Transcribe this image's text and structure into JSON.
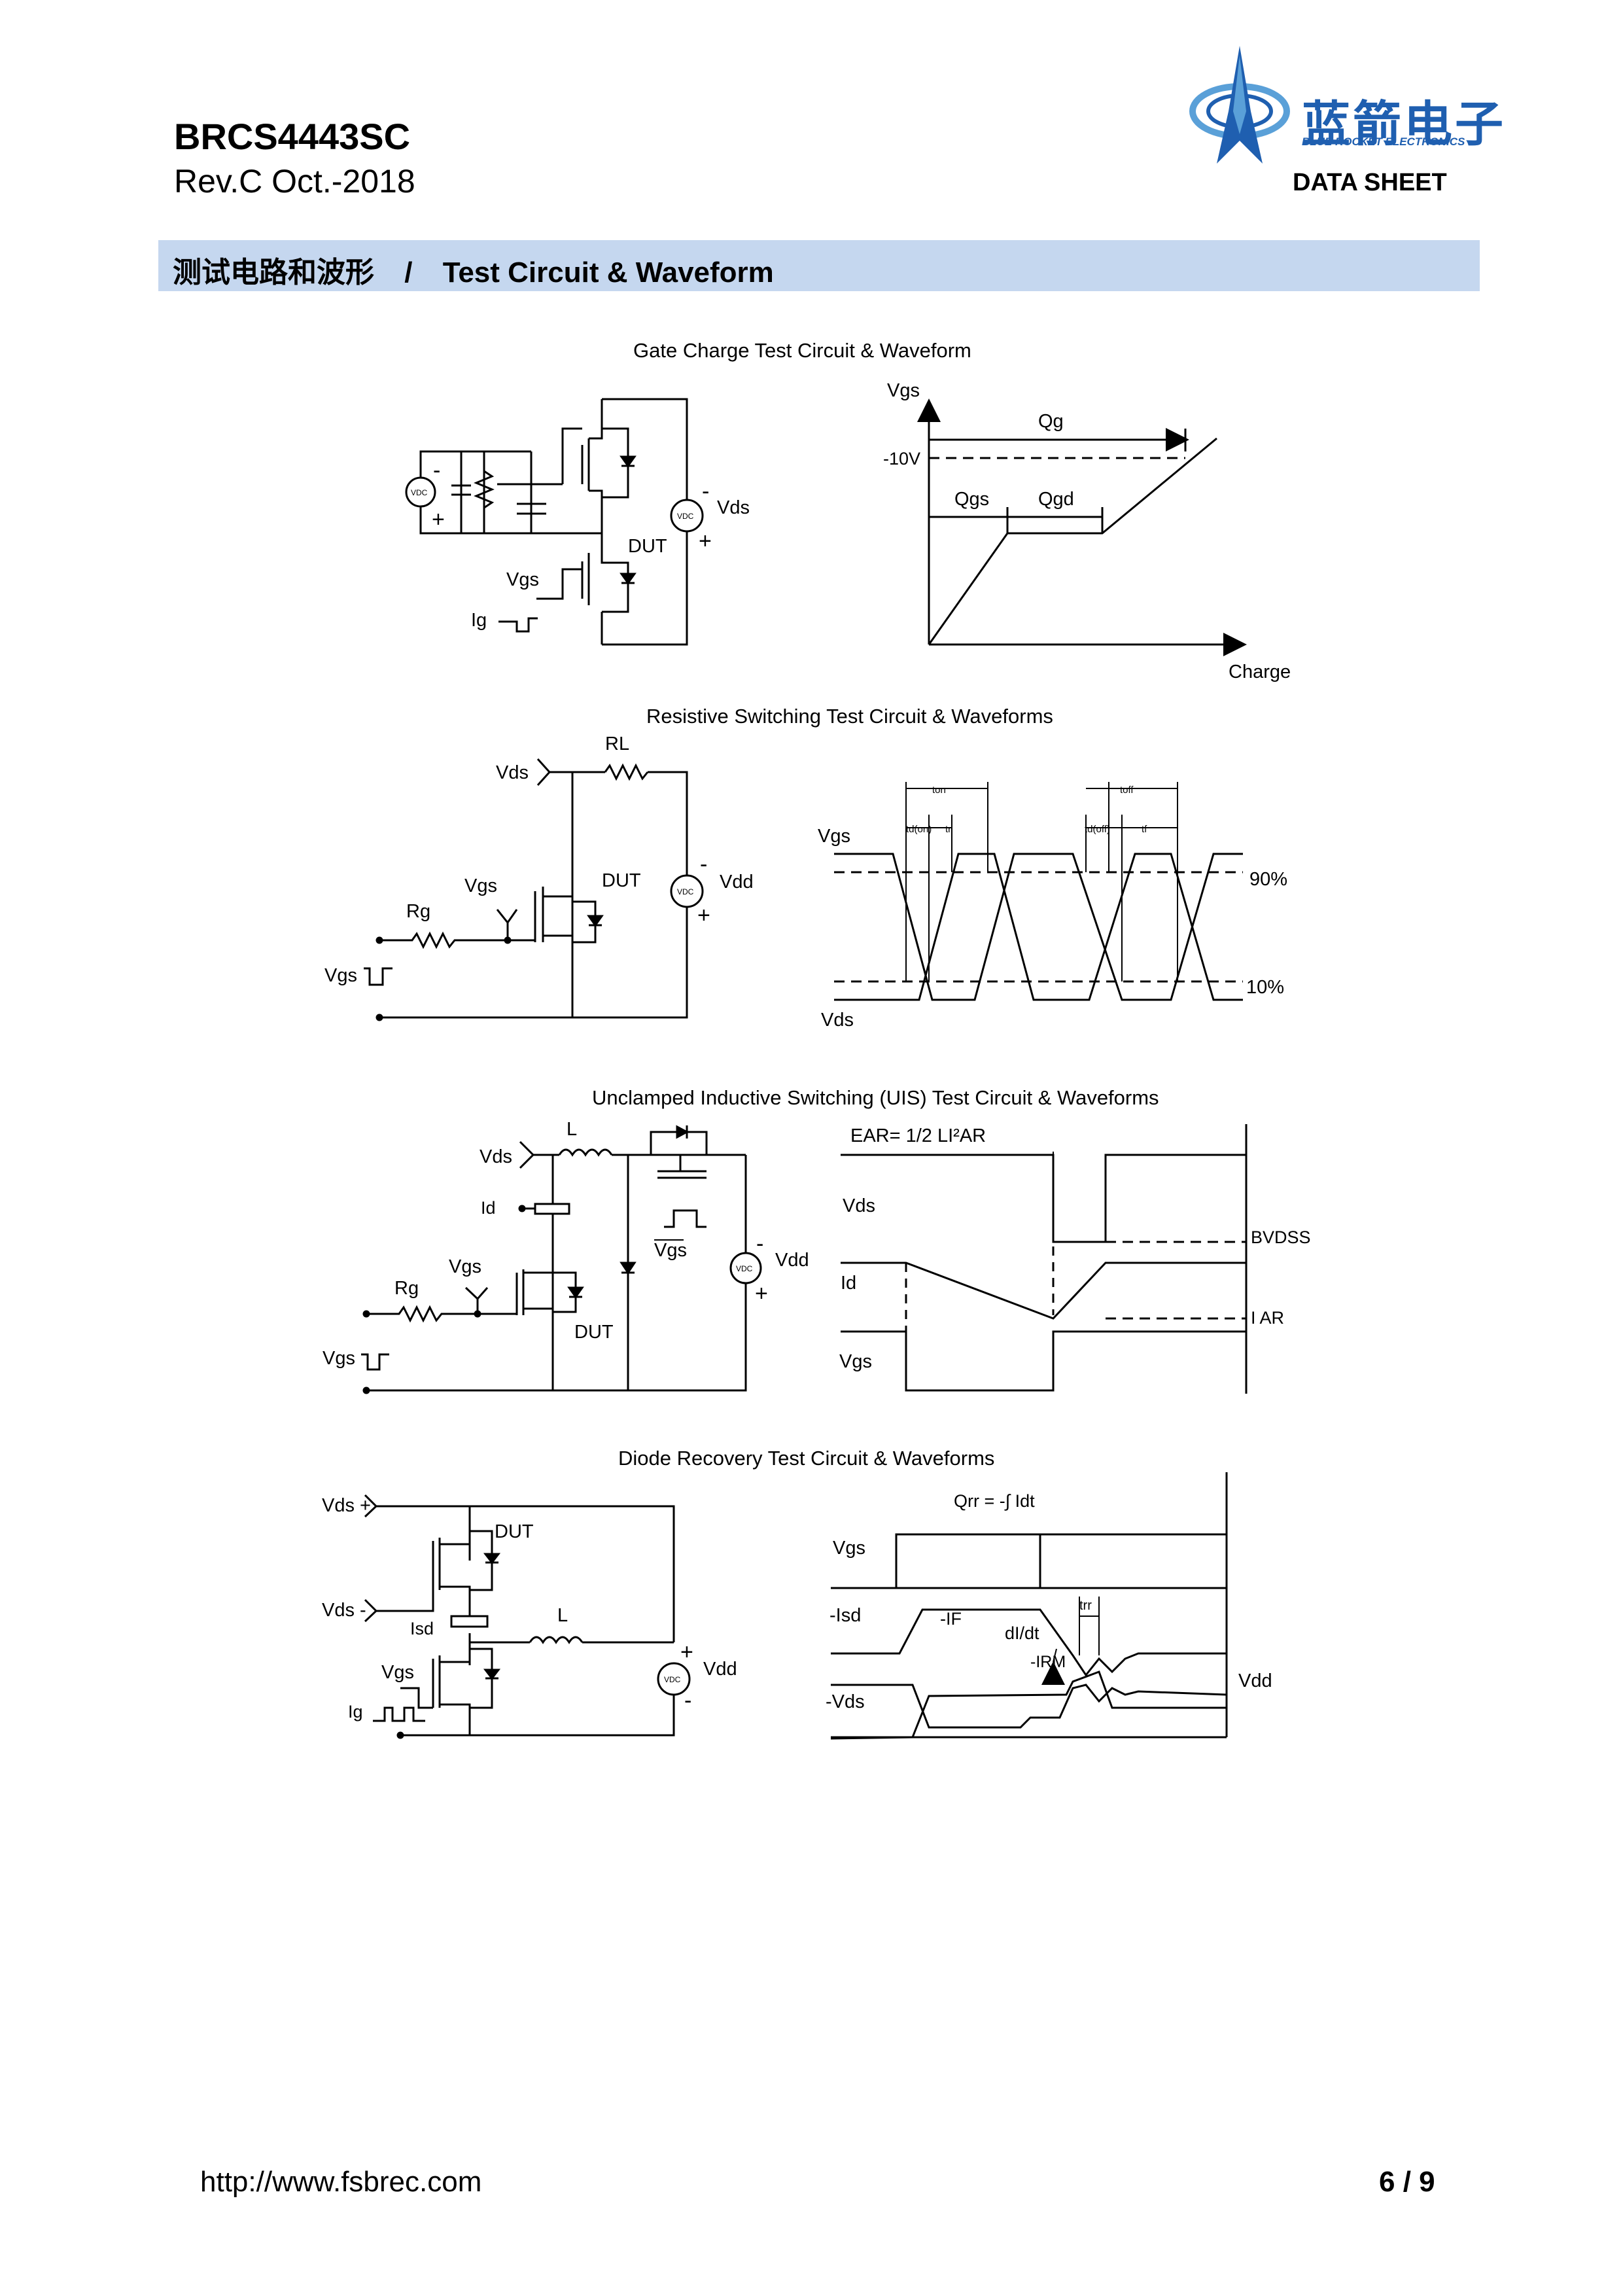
{
  "header": {
    "part_number": "BRCS4443SC",
    "revision": "Rev.C Oct.-2018",
    "doc_type": "DATA SHEET",
    "logo_cn": "蓝箭电子",
    "logo_en": "BLUE ROCKET ELECTRONICS",
    "logo_colors": {
      "primary": "#1f5fb0",
      "light": "#5aa0d8"
    }
  },
  "section": {
    "title_cn": "测试电路和波形",
    "separator": "/",
    "title_en": "Test Circuit & Waveform",
    "banner_color": "#c5d7ef"
  },
  "gate_charge": {
    "title": "Gate Charge Test Circuit & Waveform",
    "vdc": "VDC",
    "minus": "-",
    "plus": "+",
    "vds": "Vds",
    "dut": "DUT",
    "vgs": "Vgs",
    "ig": "Ig",
    "wave": {
      "vgs": "Vgs",
      "qg": "Qg",
      "ten_v": "-10V",
      "qgs": "Qgs",
      "qgd": "Qgd",
      "charge": "Charge"
    }
  },
  "resistive": {
    "title": "Resistive Switching Test Circuit & Waveforms",
    "vds": "Vds",
    "rl": "RL",
    "vgs": "Vgs",
    "dut": "DUT",
    "rg": "Rg",
    "vdd": "Vdd",
    "vdc": "VDC",
    "minus": "-",
    "plus": "+",
    "vgs_pulse": "Vgs",
    "wave": {
      "ton": "ton",
      "toff": "toff",
      "tdon": "td(on)",
      "tr": "tr",
      "tdoff": "td(off)",
      "tf": "tf",
      "vgs": "Vgs",
      "vds": "Vds",
      "p90": "90%",
      "p10": "10%"
    }
  },
  "uis": {
    "title": "Unclamped Inductive Switching (UIS) Test Circuit & Waveforms",
    "vds": "Vds",
    "l": "L",
    "id": "Id",
    "vgs": "Vgs",
    "vgs_bar": "Vgs",
    "rg": "Rg",
    "dut": "DUT",
    "vdd": "Vdd",
    "vdc": "VDC",
    "minus": "-",
    "plus": "+",
    "vgs_pulse": "Vgs",
    "wave": {
      "ear": "EAR= 1/2 LI²AR",
      "vds": "Vds",
      "id": "Id",
      "vgs": "Vgs",
      "bvdss": "BVDSS",
      "iar": "I AR"
    }
  },
  "diode": {
    "title": "Diode Recovery Test Circuit & Waveforms",
    "vds_plus": "Vds +",
    "vds_minus": "Vds -",
    "dut": "DUT",
    "isd": "Isd",
    "l": "L",
    "vgs": "Vgs",
    "ig": "Ig",
    "vdd": "Vdd",
    "vdc": "VDC",
    "minus": "-",
    "plus": "+",
    "wave": {
      "qrr": "Qrr = -∫ Idt",
      "vgs": "Vgs",
      "isd": "-Isd",
      "if": "-IF",
      "didt": "dI/dt",
      "trr": "trr",
      "irm": "-IRM",
      "vds": "-Vds",
      "vdd": "Vdd"
    }
  },
  "footer": {
    "url": "http://www.fsbrec.com",
    "page": "6 / 9"
  }
}
